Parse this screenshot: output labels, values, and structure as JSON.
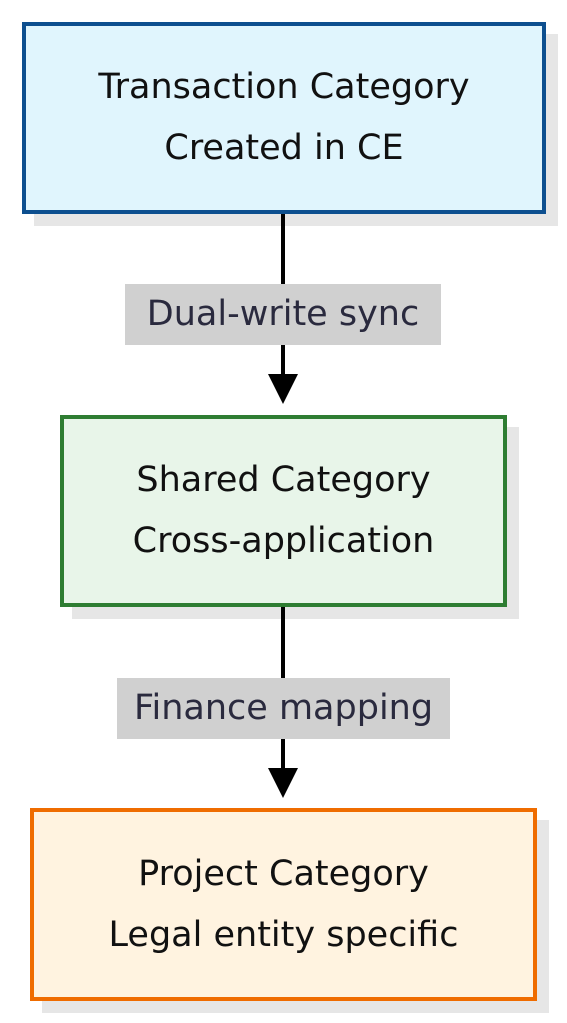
{
  "nodes": {
    "ce": {
      "line1": "Transaction Category",
      "line2": "Created in CE"
    },
    "shared": {
      "line1": "Shared Category",
      "line2": "Cross-application"
    },
    "project": {
      "line1": "Project Category",
      "line2": "Legal entity specific"
    }
  },
  "edges": {
    "dual_write": {
      "label": "Dual-write sync"
    },
    "finance": {
      "label": "Finance mapping"
    }
  },
  "colors": {
    "ce_fill": "#e0f5fd",
    "ce_border": "#0d4f8f",
    "shared_fill": "#e8f5e9",
    "shared_border": "#2e7d32",
    "project_fill": "#fff3e0",
    "project_border": "#ef6c00",
    "label_bg": "#d0d0d0",
    "arrow": "#000000"
  }
}
